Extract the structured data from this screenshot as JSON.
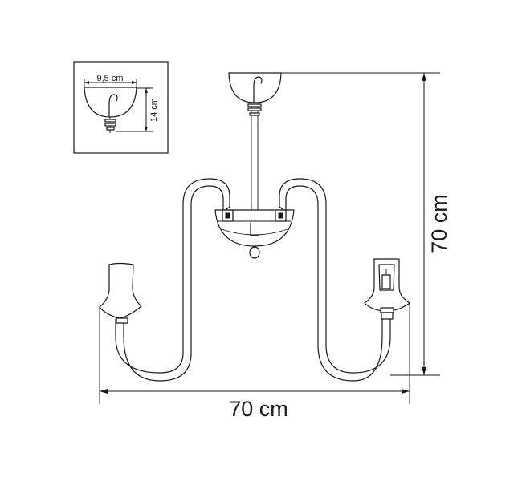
{
  "dimensions": {
    "height_label": "70 cm",
    "width_label": "70 cm"
  },
  "inset": {
    "canopy_width_label": "9,5 cm",
    "canopy_height_label": "14 cm"
  }
}
